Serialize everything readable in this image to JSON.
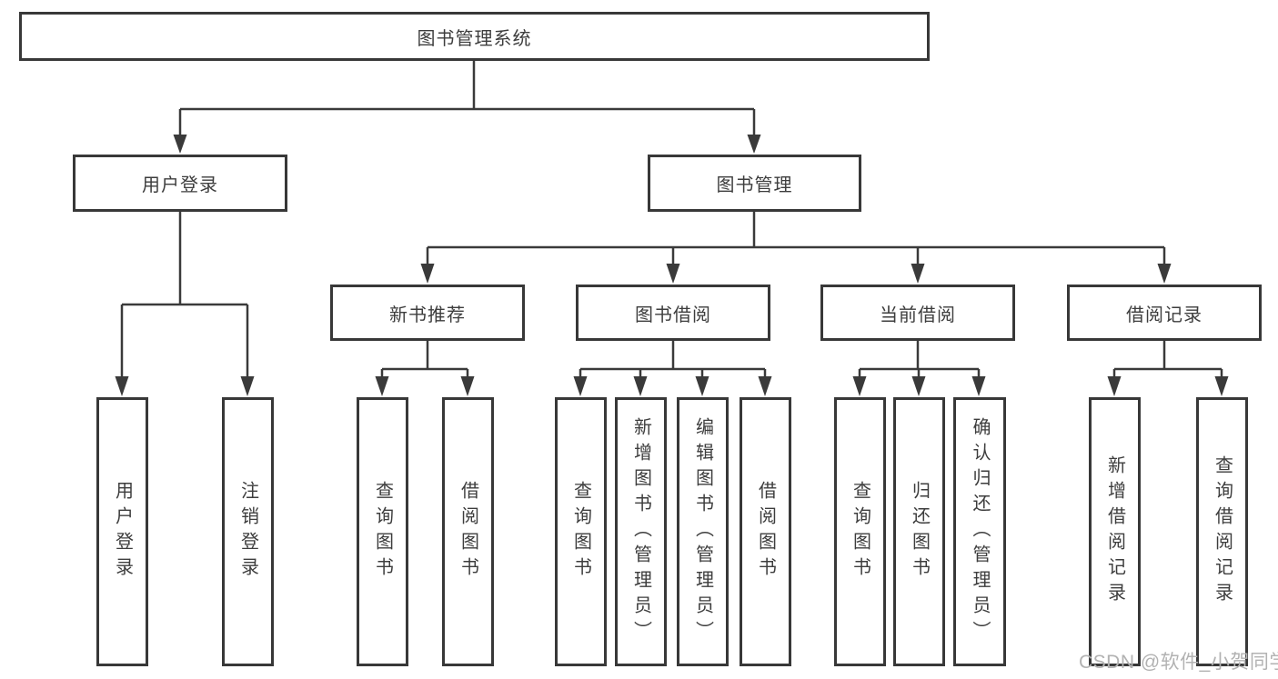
{
  "tree": {
    "root": {
      "label": "图书管理系统",
      "children": [
        {
          "label": "用户登录",
          "children": [
            {
              "label": "用户登录"
            },
            {
              "label": "注销登录"
            }
          ]
        },
        {
          "label": "图书管理",
          "children": [
            {
              "label": "新书推荐",
              "children": [
                {
                  "label": "查询图书"
                },
                {
                  "label": "借阅图书"
                }
              ]
            },
            {
              "label": "图书借阅",
              "children": [
                {
                  "label": "查询图书"
                },
                {
                  "label": "新增图书（管理员）"
                },
                {
                  "label": "编辑图书（管理员）"
                },
                {
                  "label": "借阅图书"
                }
              ]
            },
            {
              "label": "当前借阅",
              "children": [
                {
                  "label": "查询图书"
                },
                {
                  "label": "归还图书"
                },
                {
                  "label": "确认归还（管理员）"
                }
              ]
            },
            {
              "label": "借阅记录",
              "children": [
                {
                  "label": "新增借阅记录"
                },
                {
                  "label": "查询借阅记录"
                }
              ]
            }
          ]
        }
      ]
    }
  },
  "watermark": {
    "text": "CSDN @软件_小贺同学"
  },
  "colors": {
    "line": "#3a3a3a",
    "border": "#383838",
    "text": "#3d3d3d",
    "watermark": "#b2b2b2",
    "background": "#ffffff"
  }
}
